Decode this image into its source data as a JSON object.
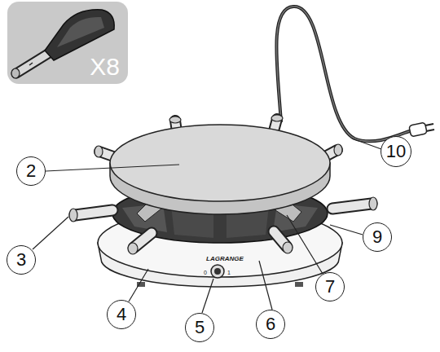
{
  "diagram": {
    "nodes": [
      {
        "text": [
          "X8"
        ]
      },
      {
        "text": [
          "10"
        ]
      },
      {
        "text": [
          "2"
        ]
      },
      {
        "text": [
          "9"
        ]
      },
      {
        "text": [
          "3"
        ]
      },
      {
        "text": [
          "7"
        ]
      },
      {
        "text": [
          "4"
        ]
      },
      {
        "text": [
          "6"
        ]
      },
      {
        "text": [
          "5"
        ]
      }
    ],
    "labels": [
      "LAGRANGE",
      "0",
      "1"
    ]
  }
}
